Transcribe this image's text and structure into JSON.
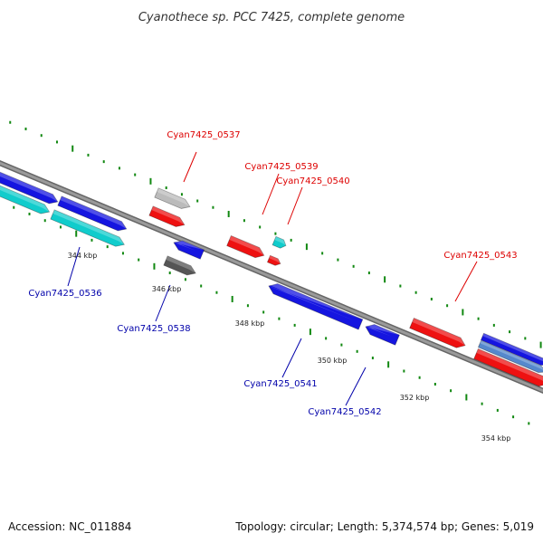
{
  "title": "Cyanothece sp. PCC 7425, complete genome",
  "footer": {
    "accession": "Accession: NC_011884",
    "summary": "Topology: circular; Length: 5,374,574 bp; Genes: 5,019"
  },
  "colors": {
    "forward_red": "#ee1111",
    "reverse_blue": "#1515e0",
    "cyan": "#11cccc",
    "gray_light": "#bbbbbb",
    "gray_dark": "#555555",
    "backbone": "#888888",
    "tick_green": "#118811",
    "label_red": "#dd0000",
    "label_blue": "#0000aa"
  },
  "ticks": [
    "344 kbp",
    "346 kbp",
    "348 kbp",
    "350 kbp",
    "352 kbp",
    "354 kbp"
  ],
  "genes": [
    {
      "id": "Cyan7425_0536",
      "label_color": "label_blue"
    },
    {
      "id": "Cyan7425_0537",
      "label_color": "label_red"
    },
    {
      "id": "Cyan7425_0538",
      "label_color": "label_blue"
    },
    {
      "id": "Cyan7425_0539",
      "label_color": "label_red"
    },
    {
      "id": "Cyan7425_0540",
      "label_color": "label_red"
    },
    {
      "id": "Cyan7425_0541",
      "label_color": "label_blue"
    },
    {
      "id": "Cyan7425_0542",
      "label_color": "label_blue"
    },
    {
      "id": "Cyan7425_0543",
      "label_color": "label_red"
    }
  ]
}
